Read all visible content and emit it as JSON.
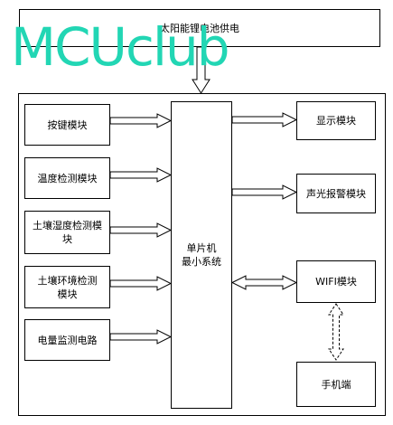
{
  "power": {
    "label": "太阳能锂电池供电"
  },
  "watermark": {
    "text": "MCUclub",
    "color": "#22d6b4"
  },
  "modules_left": [
    {
      "label": "按键模块"
    },
    {
      "label": "温度检测模块"
    },
    {
      "label": "土壤湿度检测模\n块"
    },
    {
      "label": "土壤环境检测\n模块"
    },
    {
      "label": "电量监测电路"
    }
  ],
  "mcu": {
    "label": "单片机\n最小系统"
  },
  "modules_right": [
    {
      "label": "显示模块"
    },
    {
      "label": "声光报警模块"
    },
    {
      "label": "WIFI模块"
    }
  ],
  "phone": {
    "label": "手机端"
  }
}
